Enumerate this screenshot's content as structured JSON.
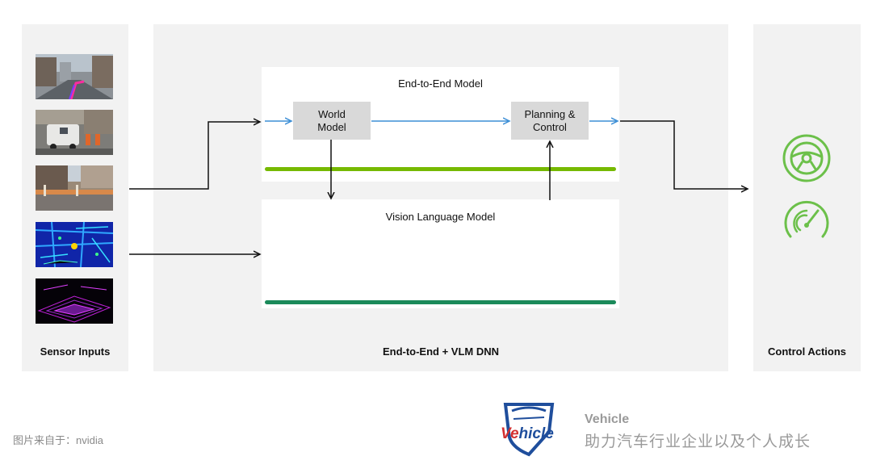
{
  "panels": {
    "sensor_label": "Sensor Inputs",
    "dnn_label": "End-to-End + VLM DNN",
    "control_label": "Control Actions"
  },
  "e2e_model": {
    "title": "End-to-End Model",
    "world_model": "World\nModel",
    "planning_control": "Planning &\nControl"
  },
  "vlm": {
    "title": "Vision Language Model"
  },
  "sensor_thumbnails": [
    "camera-street",
    "camera-van",
    "camera-construction",
    "lidar-heatmap",
    "lidar-pointcloud"
  ],
  "control_icons": [
    "steering-wheel-icon",
    "speedometer-icon"
  ],
  "footer": {
    "source_note": "图片来自于：nvidia",
    "brand_name": "Vehicle",
    "brand_slogan": "助力汽车行业企业以及个人成长",
    "logo_text": "Vehicle"
  },
  "colors": {
    "panel_bg": "#f2f2f2",
    "e2e_bar": "#76b900",
    "vlm_bar": "#1b8a5a",
    "flow_arrow": "#3d8fd6",
    "icon_green": "#6cc04a",
    "logo_blue": "#1f4e9c",
    "logo_red": "#d32f2f"
  }
}
